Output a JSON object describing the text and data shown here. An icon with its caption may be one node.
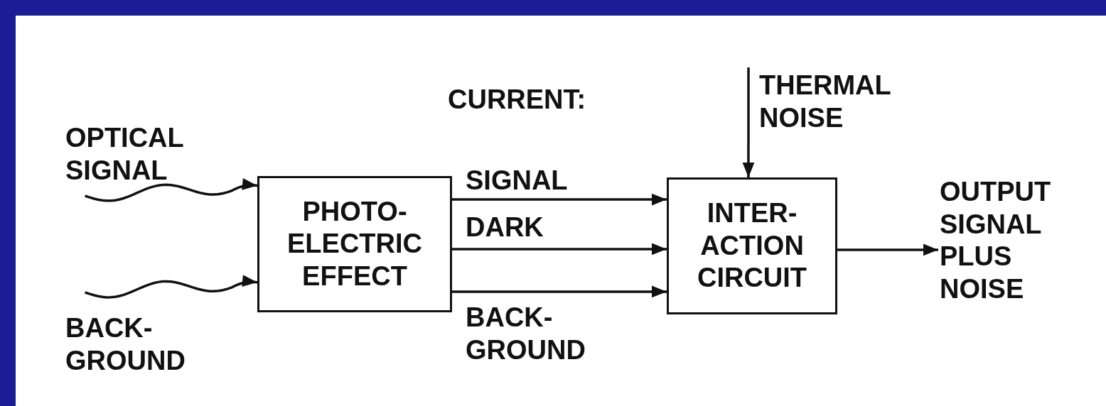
{
  "diagram": {
    "nodes": [
      {
        "text": [
          "OPTICAL SIGNAL"
        ]
      },
      {
        "text": [
          "BACK- GROUND"
        ]
      },
      {
        "text": [
          "PHOTO- ELECTRIC EFFECT"
        ]
      },
      {
        "text": [
          "INTER- ACTION CIRCUIT"
        ]
      },
      {
        "text": [
          "THERMAL NOISE"
        ]
      },
      {
        "text": [
          "OUTPUT SIGNAL PLUS NOISE"
        ]
      }
    ],
    "edges": [
      {
        "from": 0,
        "to": 2,
        "arrow": "to"
      },
      {
        "from": 1,
        "to": 2,
        "arrow": "to"
      },
      {
        "from": 2,
        "to": 3,
        "label": "SIGNAL",
        "arrow": "to"
      },
      {
        "from": 2,
        "to": 3,
        "label": "DARK",
        "arrow": "to"
      },
      {
        "from": 2,
        "to": 3,
        "label": "BACK- GROUND",
        "arrow": "to"
      },
      {
        "from": 4,
        "to": 3,
        "arrow": "to"
      },
      {
        "from": 3,
        "to": 5,
        "arrow": "to"
      }
    ],
    "labels": [
      "CURRENT:"
    ]
  }
}
